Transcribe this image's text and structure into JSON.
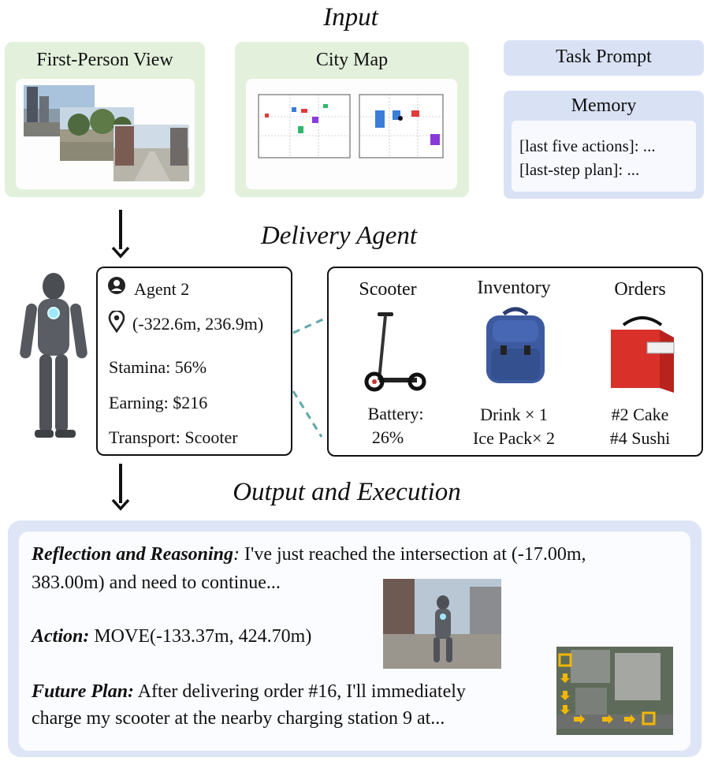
{
  "sections": {
    "input_title": "Input",
    "agent_title": "Delivery Agent",
    "output_title": "Output and Execution"
  },
  "input": {
    "fpv_label": "First-Person View",
    "map_label": "City Map",
    "task_label": "Task Prompt",
    "memory_label": "Memory",
    "memory_line1": "[last five actions]: ...",
    "memory_line2": "[last-step plan]: ..."
  },
  "agent": {
    "name": "Agent 2",
    "position": "(-322.6m, 236.9m)",
    "stamina": "Stamina: 56%",
    "earning": "Earning: $216",
    "transport": "Transport: Scooter"
  },
  "status": {
    "scooter_title": "Scooter",
    "battery_label": "Battery:",
    "battery_value": "26%",
    "inventory_title": "Inventory",
    "inventory_item1": "Drink × 1",
    "inventory_item2": "Ice Pack× 2",
    "orders_title": "Orders",
    "order1": "#2 Cake",
    "order2": "#4 Sushi"
  },
  "output": {
    "reflection_label": "Reflection and Reasoning",
    "reflection_colon": ":",
    "reflection_text1": " I've just reached the intersection at (-17.00m,",
    "reflection_text2": "383.00m) and need to continue...",
    "action_label": "Action:",
    "action_text": " MOVE(-133.37m, 424.70m)",
    "plan_label": "Future Plan:",
    "plan_text1": " After delivering order #16, I'll immediately",
    "plan_text2": "charge my scooter at the nearby charging station 9 at..."
  },
  "colors": {
    "input_green": "#e3f1dc",
    "memory_blue": "#d9e2f5",
    "dash_teal": "#5fa8a8",
    "route_orange": "#f2b705"
  }
}
